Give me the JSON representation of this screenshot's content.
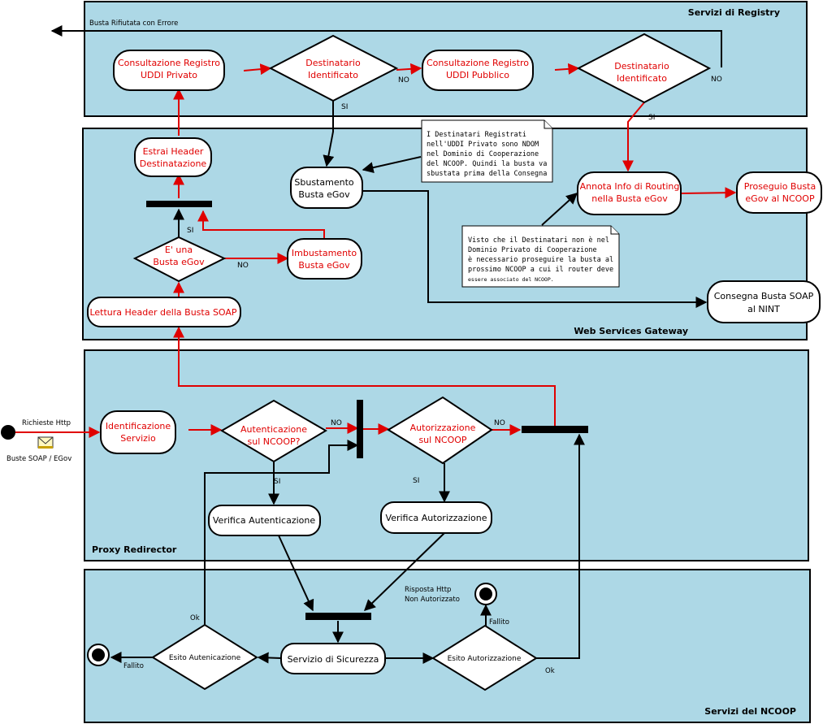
{
  "lanes": {
    "registry": "Servizi di Registry",
    "gateway": "Web Services Gateway",
    "proxy": "Proxy Redirector",
    "ncoop": "Servizi del NCOOP"
  },
  "registry": {
    "uddi_private": [
      "Consultazione Registro",
      "UDDI Privato"
    ],
    "dest_id_1": [
      "Destinatario",
      "Identificato"
    ],
    "uddi_public": [
      "Consultazione Registro",
      "UDDI Pubblico"
    ],
    "dest_id_2": [
      "Destinatario",
      "Identificato"
    ]
  },
  "gateway": {
    "estrai_header": [
      "Estrai Header",
      "Destinatazione"
    ],
    "sbustamento": [
      "Sbustamento",
      "Busta eGov"
    ],
    "annota": [
      "Annota Info di Routing",
      "nella Busta eGov"
    ],
    "proseguio": [
      "Proseguio Busta",
      "eGov al NCOOP"
    ],
    "egov_check": [
      "E' una",
      "Busta eGov"
    ],
    "imbustamento": [
      "Imbustamento",
      "Busta eGov"
    ],
    "lettura": "Lettura Header della Busta SOAP",
    "consegna": [
      "Consegna Busta SOAP",
      "al NINT"
    ]
  },
  "notes": {
    "note1": [
      "I Destinatari Registrati",
      "nell'UDDI Privato sono NDOM",
      "nel Dominio di Cooperazione",
      "del NCOOP. Quindi la busta va",
      "sbustata prima della Consegna"
    ],
    "note2": [
      "Visto che il Destinatari non è nel",
      "Dominio Privato di Cooperazione",
      "è necessario proseguire la busta al",
      "prossimo NCOOP a cui il router deve",
      "essere associato del NCOOP."
    ]
  },
  "proxy": {
    "identificazione": [
      "Identificazione",
      "Servizio"
    ],
    "autenticazione": [
      "Autenticazione",
      "sul NCOOP?"
    ],
    "autorizzazione": [
      "Autorizzazione",
      "sul NCOOP"
    ],
    "verifica_auth": "Verifica Autenticazione",
    "verifica_autz": "Verifica Autorizzazione"
  },
  "ncoop": {
    "esito_auth": "Esito Autenicazione",
    "sicurezza": "Servizio di Sicurezza",
    "esito_autz": "Esito Autorizzazione",
    "risposta": [
      "Risposta Http",
      "Non Autorizzato"
    ]
  },
  "labels": {
    "busta_rifiutata": "Busta Rifiutata con Errore",
    "richieste_http": "Richieste Http",
    "buste_soap": "Buste SOAP / EGov",
    "no": "NO",
    "si": "SI",
    "ok": "Ok",
    "fallito": "Fallito"
  },
  "colors": {
    "lane_fill": "#add8e6",
    "accent_red": "#e00000",
    "line_black": "#000000"
  }
}
